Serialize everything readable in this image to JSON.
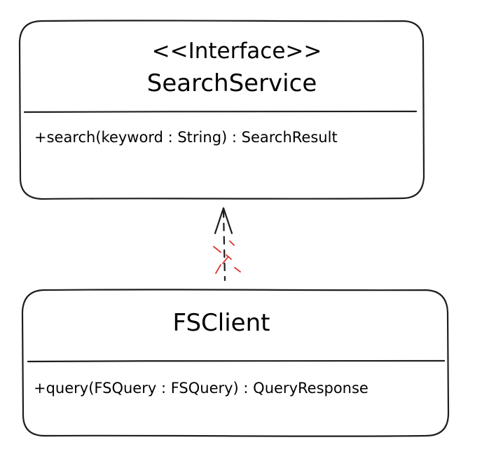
{
  "diagram": {
    "interface_class": {
      "stereotype": "<<Interface>>",
      "name": "SearchService",
      "methods": [
        "+search(keyword : String) : SearchResult"
      ]
    },
    "client_class": {
      "name": "FSClient",
      "methods": [
        "+query(FSQuery : FSQuery) : QueryResponse"
      ]
    },
    "relationship": {
      "type": "realization",
      "line_style": "dashed",
      "from": "FSClient",
      "to": "SearchService",
      "marker": "red-x",
      "colors": {
        "stroke": "#1e1e1e",
        "marker": "#e03131"
      }
    }
  }
}
